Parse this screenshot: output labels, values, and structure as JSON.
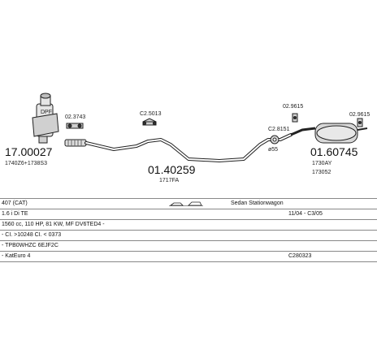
{
  "parts": {
    "catalyst": {
      "number": "17.00027",
      "sub": "1740Z6+1738S3",
      "tag": "DPF"
    },
    "clamp_1": {
      "number": "02.3743"
    },
    "clamp_2": {
      "number": "C2.5013"
    },
    "mid_pipe": {
      "number": "01.40259",
      "sub": "1717FA"
    },
    "clamp_3": {
      "number": "C2.8151",
      "sub": "ø55"
    },
    "bracket_1": {
      "number": "02.9615"
    },
    "bracket_2": {
      "number": "02.9615"
    },
    "rear_silencer": {
      "number": "01.60745",
      "sub1": "1730AY",
      "sub2": "173052"
    }
  },
  "table": {
    "rows": [
      {
        "col0": "407 (CAT)",
        "col_mid": "Sedan Stationwagon",
        "col_right": ""
      },
      {
        "col0": "1.6 i Di TE",
        "col_mid": "",
        "col_right": "11/04 - C3/05"
      },
      {
        "col0": "1560 cc, 110 HP, 81 KW, MF DV6TED4 -",
        "col_mid": "",
        "col_right": ""
      },
      {
        "col0": "- CI. >10248 CI. < 0373",
        "col_mid": "",
        "col_right": ""
      },
      {
        "col0": "- TPB0WHZC 6EJF2C",
        "col_mid": "",
        "col_right": ""
      },
      {
        "col0": "- KatEuro 4",
        "col_mid": "",
        "col_right": "C280323"
      }
    ]
  }
}
